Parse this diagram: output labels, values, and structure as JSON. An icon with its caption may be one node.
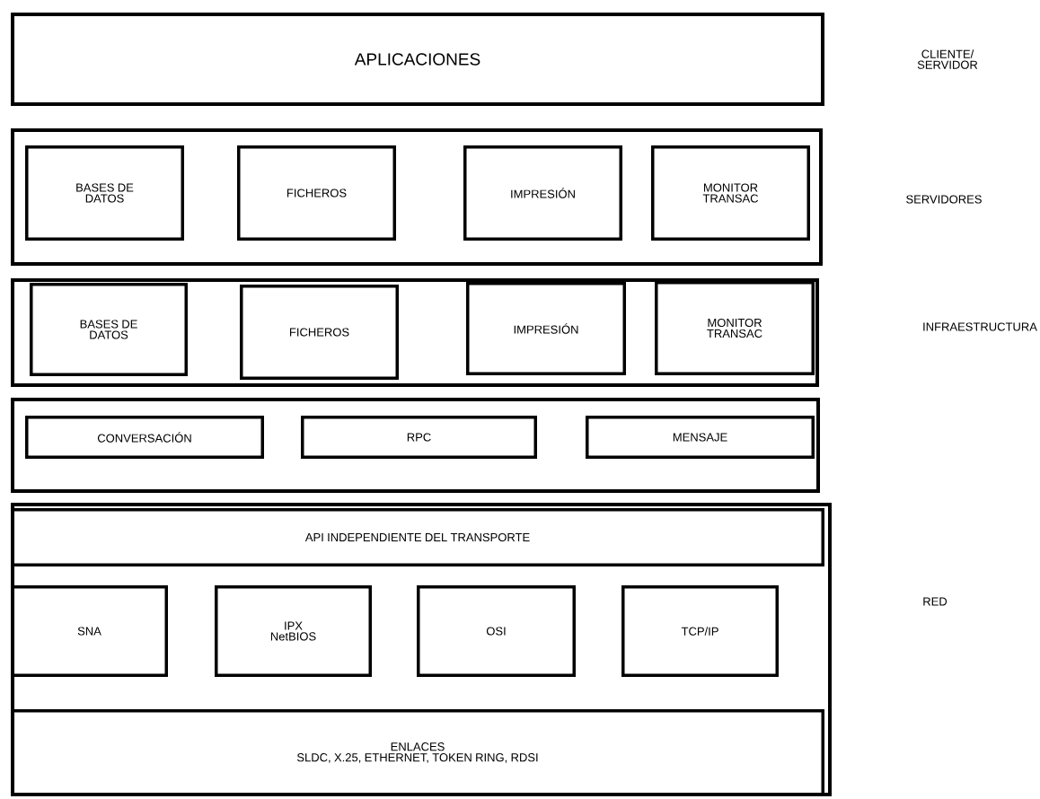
{
  "diagram": {
    "nodes": [
      {
        "text": [
          "APLICACIONES"
        ]
      },
      {
        "text": [],
        "shape": "box"
      },
      {
        "text": [
          "BASES DE DATOS"
        ],
        "in": 1
      },
      {
        "text": [
          "FICHEROS"
        ],
        "in": 1
      },
      {
        "text": [
          "IMPRESIÓN"
        ],
        "in": 1
      },
      {
        "text": [
          "MONITOR TRANSAC"
        ],
        "in": 1
      },
      {
        "text": [],
        "shape": "box"
      },
      {
        "text": [
          "BASES DE DATOS"
        ],
        "in": 6
      },
      {
        "text": [
          "FICHEROS"
        ],
        "in": 6
      },
      {
        "text": [
          "IMPRESIÓN"
        ],
        "in": 6
      },
      {
        "text": [
          "MONITOR TRANSAC"
        ],
        "in": 6
      },
      {
        "text": [],
        "shape": "box"
      },
      {
        "text": [
          "CONVERSACIÓN"
        ],
        "in": 11
      },
      {
        "text": [
          "RPC"
        ],
        "in": 11
      },
      {
        "text": [
          "MENSAJE"
        ],
        "in": 11
      },
      {
        "text": [],
        "shape": "box"
      },
      {
        "text": [
          "API INDEPENDIENTE DEL TRANSPORTE"
        ],
        "in": 15
      },
      {
        "text": [
          "SNA"
        ],
        "in": 15
      },
      {
        "text": [
          "IPX NetBIOS"
        ],
        "in": 15
      },
      {
        "text": [
          "OSI"
        ],
        "in": 15
      },
      {
        "text": [
          "TCP/IP"
        ],
        "in": 15
      },
      {
        "text": [
          "ENLACES",
          "SLDC, X.25, ETHERNET, TOKEN RING, RDSI"
        ],
        "in": 15
      }
    ],
    "labels": [
      "CLIENTE/ SERVIDOR",
      "SERVIDORES",
      "INFRAESTRUCTURA",
      "RED"
    ]
  }
}
